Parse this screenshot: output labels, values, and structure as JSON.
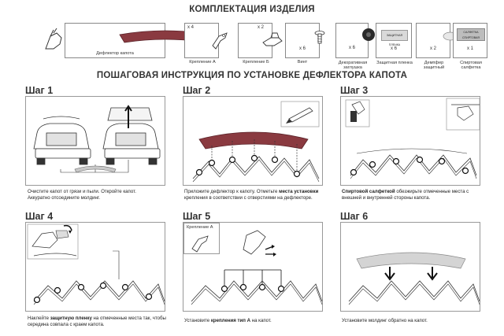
{
  "header": {
    "kit_title": "КОМПЛЕКТАЦИЯ ИЗДЕЛИЯ",
    "instructions_title": "ПОШАГОВАЯ ИНСТРУКЦИЯ ПО УСТАНОВКЕ ДЕФЛЕКТОРА КАПОТА"
  },
  "kit": {
    "deflector": "Дефлектор капота",
    "mount_a": {
      "qty": "x 4",
      "label": "Крепление А"
    },
    "mount_b": {
      "qty": "x 2",
      "label": "Крепление Б"
    },
    "screw": {
      "qty": "x 6",
      "label": "Винт"
    },
    "cap": {
      "qty": "x 6",
      "label": "Декоративная заглушка"
    },
    "film": {
      "qty": "x 6",
      "label": "Защитная пленка",
      "box_text": "ЗАЩИТНАЯ ПЛЕНКА"
    },
    "damper": {
      "qty": "x 2",
      "label": "Демпфер защитный"
    },
    "wipe": {
      "qty": "x 1",
      "label": "Спиртовая салфетка",
      "box_text": "САЛФЕТКА СПИРТОВАЯ"
    }
  },
  "steps": [
    {
      "title": "Шаг 1",
      "caption": [
        "Очистите капот от грязи и пыли. Откройте капот.",
        "Аккуратно отсоедините молдинг."
      ]
    },
    {
      "title": "Шаг 2",
      "caption_pre": "Приложите дефлектор к капоту. Отметьте ",
      "caption_bold": "места установки",
      "caption_post": " крепления в соответствии с отверстиями на дефлекторе."
    },
    {
      "title": "Шаг 3",
      "caption_bold": "Спиртовой салфеткой",
      "caption_post": " обезжирьте отмеченные места с внешней и внутренней стороны капота."
    },
    {
      "title": "Шаг 4",
      "caption_pre": "Наклейте ",
      "caption_bold": "защитную пленку",
      "caption_post": " на отмеченные места так, чтобы середина совпала с краем капота."
    },
    {
      "title": "Шаг 5",
      "callout": "Крепление А",
      "caption_pre": "Установите ",
      "caption_bold": "крепления тип А",
      "caption_post": " на капот."
    },
    {
      "title": "Шаг 6",
      "caption": [
        "Установите молдинг обратно на капот."
      ]
    }
  ]
}
